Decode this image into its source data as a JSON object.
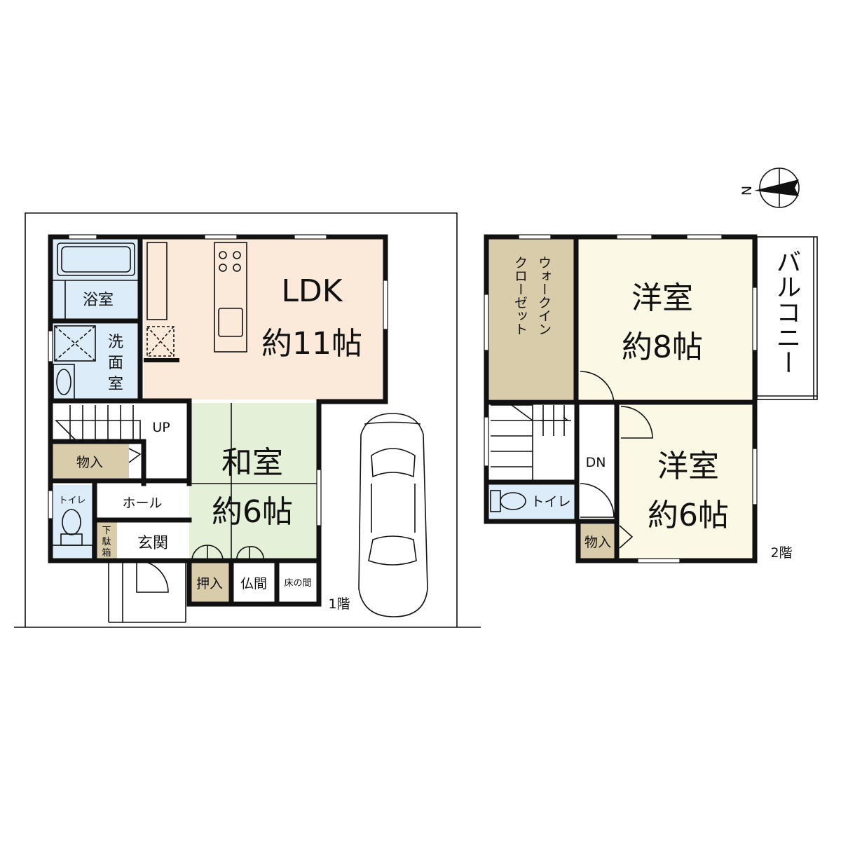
{
  "colors": {
    "ldk": "#fbe9d9",
    "washitsu": "#e4f0d8",
    "bath": "#dcecf8",
    "storage": "#d9ccab",
    "western": "#fcf8e6",
    "wall": "#111111"
  },
  "floor1": {
    "label": "1階",
    "rooms": {
      "ldk_name": "LDK",
      "ldk_size": "約11帖",
      "washitsu_name": "和室",
      "washitsu_size": "約6帖",
      "bath": "浴室",
      "wash_1": "洗",
      "wash_2": "面",
      "wash_3": "室",
      "storage": "物入",
      "toilet": "トイレ",
      "hall": "ホール",
      "entrance": "玄関",
      "shoebox_1": "下",
      "shoebox_2": "駄",
      "shoebox_3": "箱",
      "oshiire": "押入",
      "butsuma": "仏間",
      "tokonoma": "床の間",
      "stairs": "UP"
    }
  },
  "floor2": {
    "label": "2階",
    "rooms": {
      "wic_line1": "ウォークイン",
      "wic_line2": "クローゼット",
      "western1_name": "洋室",
      "western1_size": "約8帖",
      "western2_name": "洋室",
      "western2_size": "約6帖",
      "balcony": "バルコニー",
      "toilet": "トイレ",
      "storage": "物入",
      "stairs": "DN"
    }
  },
  "compass": {
    "label": "N",
    "icon": "north-arrow-icon"
  }
}
